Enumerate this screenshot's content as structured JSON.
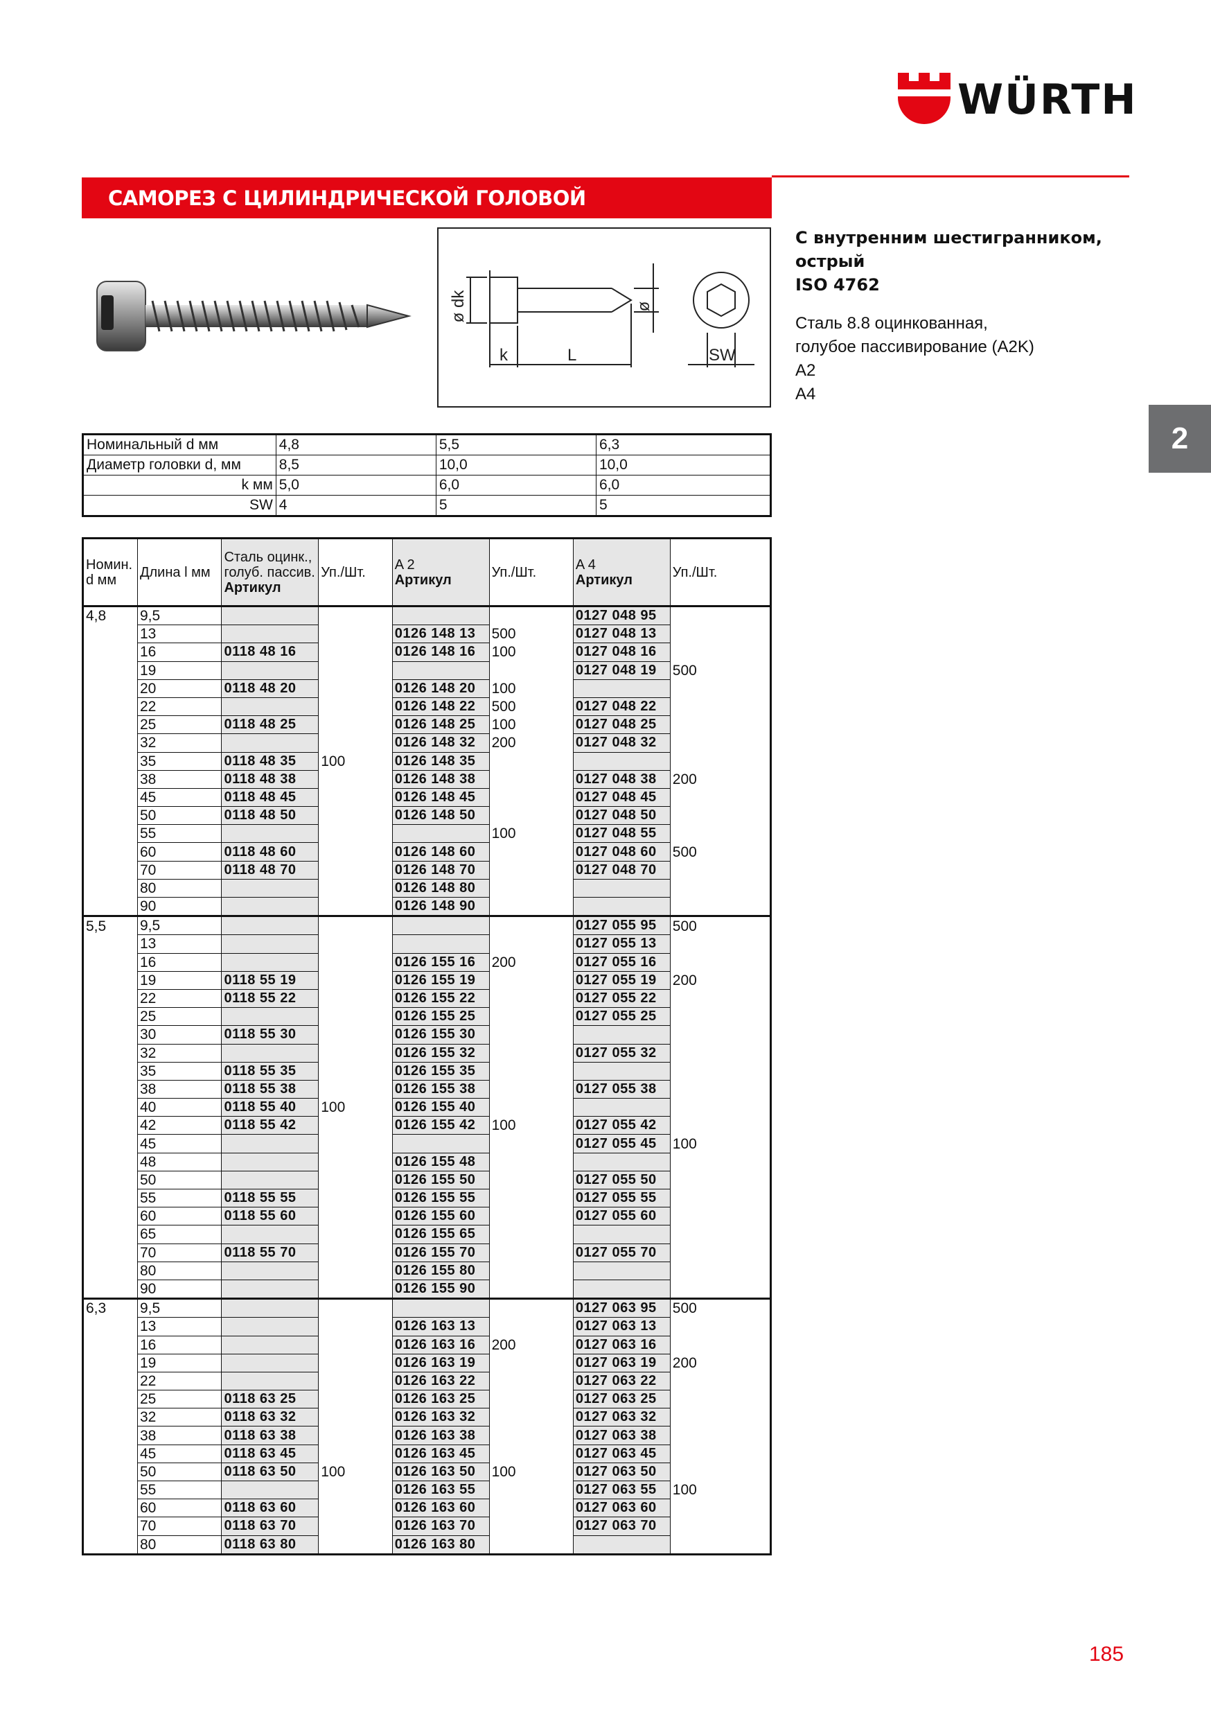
{
  "brand": {
    "name": "WÜRTH",
    "red": "#e30613",
    "grey": "#6d6e70"
  },
  "header": {
    "title": "САМОРЕЗ С ЦИЛИНДРИЧЕСКОЙ ГОЛОВОЙ"
  },
  "side_tab": "2",
  "description": {
    "title_lines": [
      "С внутренним шестигранником,",
      "острый",
      "ISO 4762"
    ],
    "material_lines": [
      "Сталь 8.8 оцинкованная,",
      "голубое пассивирование (A2K)",
      "A2",
      "A4"
    ]
  },
  "drawing_labels": {
    "dk": "ø dk",
    "d": "ø",
    "k": "k",
    "L": "L",
    "sw": "SW"
  },
  "dimensions_table": {
    "rows": [
      {
        "label": "Номинальный      d мм",
        "values": [
          "4,8",
          "5,5",
          "6,3"
        ]
      },
      {
        "label": "Диаметр головки  d, мм",
        "values": [
          "8,5",
          "10,0",
          "10,0"
        ]
      },
      {
        "label": "k мм",
        "values": [
          "5,0",
          "6,0",
          "6,0"
        ]
      },
      {
        "label": "SW",
        "values": [
          "4",
          "5",
          "5"
        ]
      }
    ]
  },
  "articles_table": {
    "headers": {
      "nominal": "Номин. d мм",
      "length": "Длина l мм",
      "steel": "Сталь оцинк., голуб. пассив.",
      "steel_art": "Артикул",
      "pack1": "Уп./Шт.",
      "a2": "A 2",
      "a2_art": "Артикул",
      "pack2": "Уп./Шт.",
      "a4": "A 4",
      "a4_art": "Артикул",
      "pack3": "Уп./Шт."
    },
    "rows": [
      [
        "4,8",
        "9,5",
        "",
        "",
        "",
        "",
        "0127 048 95",
        ""
      ],
      [
        "",
        "13",
        "",
        "",
        "0126 148 13",
        "500",
        "0127 048 13",
        ""
      ],
      [
        "",
        "16",
        "0118 48 16",
        "",
        "0126 148 16",
        "100",
        "0127 048 16",
        ""
      ],
      [
        "",
        "19",
        "",
        "",
        "",
        "",
        "0127 048 19",
        "500"
      ],
      [
        "",
        "20",
        "0118 48 20",
        "",
        "0126 148 20",
        "100",
        "",
        ""
      ],
      [
        "",
        "22",
        "",
        "",
        "0126 148 22",
        "500",
        "0127 048 22",
        ""
      ],
      [
        "",
        "25",
        "0118 48 25",
        "",
        "0126 148 25",
        "100",
        "0127 048 25",
        ""
      ],
      [
        "",
        "32",
        "",
        "",
        "0126 148 32",
        "200",
        "0127 048 32",
        ""
      ],
      [
        "",
        "35",
        "0118 48 35",
        "100",
        "0126 148 35",
        "",
        "",
        ""
      ],
      [
        "",
        "38",
        "0118 48 38",
        "",
        "0126 148 38",
        "",
        "0127 048 38",
        "200"
      ],
      [
        "",
        "45",
        "0118 48 45",
        "",
        "0126 148 45",
        "",
        "0127 048 45",
        ""
      ],
      [
        "",
        "50",
        "0118 48 50",
        "",
        "0126 148 50",
        "",
        "0127 048 50",
        ""
      ],
      [
        "",
        "55",
        "",
        "",
        "",
        "100",
        "0127 048 55",
        ""
      ],
      [
        "",
        "60",
        "0118 48 60",
        "",
        "0126 148 60",
        "",
        "0127 048 60",
        "500"
      ],
      [
        "",
        "70",
        "0118 48 70",
        "",
        "0126 148 70",
        "",
        "0127 048 70",
        ""
      ],
      [
        "",
        "80",
        "",
        "",
        "0126 148 80",
        "",
        "",
        ""
      ],
      [
        "",
        "90",
        "",
        "",
        "0126 148 90",
        "",
        "",
        ""
      ],
      [
        "5,5",
        "9,5",
        "",
        "",
        "",
        "",
        "0127 055 95",
        "500"
      ],
      [
        "",
        "13",
        "",
        "",
        "",
        "",
        "0127 055 13",
        ""
      ],
      [
        "",
        "16",
        "",
        "",
        "0126 155 16",
        "200",
        "0127 055 16",
        ""
      ],
      [
        "",
        "19",
        "0118 55 19",
        "",
        "0126 155 19",
        "",
        "0127 055 19",
        "200"
      ],
      [
        "",
        "22",
        "0118 55 22",
        "",
        "0126 155 22",
        "",
        "0127 055 22",
        ""
      ],
      [
        "",
        "25",
        "",
        "",
        "0126 155 25",
        "",
        "0127 055 25",
        ""
      ],
      [
        "",
        "30",
        "0118 55 30",
        "",
        "0126 155 30",
        "",
        "",
        ""
      ],
      [
        "",
        "32",
        "",
        "",
        "0126 155 32",
        "",
        "0127 055 32",
        ""
      ],
      [
        "",
        "35",
        "0118 55 35",
        "",
        "0126 155 35",
        "",
        "",
        ""
      ],
      [
        "",
        "38",
        "0118 55 38",
        "",
        "0126 155 38",
        "",
        "0127 055 38",
        ""
      ],
      [
        "",
        "40",
        "0118 55 40",
        "100",
        "0126 155 40",
        "",
        "",
        ""
      ],
      [
        "",
        "42",
        "0118 55 42",
        "",
        "0126 155 42",
        "100",
        "0127 055 42",
        ""
      ],
      [
        "",
        "45",
        "",
        "",
        "",
        "",
        "0127 055 45",
        "100"
      ],
      [
        "",
        "48",
        "",
        "",
        "0126 155 48",
        "",
        "",
        ""
      ],
      [
        "",
        "50",
        "",
        "",
        "0126 155 50",
        "",
        "0127 055 50",
        ""
      ],
      [
        "",
        "55",
        "0118 55 55",
        "",
        "0126 155 55",
        "",
        "0127 055 55",
        ""
      ],
      [
        "",
        "60",
        "0118 55 60",
        "",
        "0126 155 60",
        "",
        "0127 055 60",
        ""
      ],
      [
        "",
        "65",
        "",
        "",
        "0126 155 65",
        "",
        "",
        ""
      ],
      [
        "",
        "70",
        "0118 55 70",
        "",
        "0126 155 70",
        "",
        "0127 055 70",
        ""
      ],
      [
        "",
        "80",
        "",
        "",
        "0126 155 80",
        "",
        "",
        ""
      ],
      [
        "",
        "90",
        "",
        "",
        "0126 155 90",
        "",
        "",
        ""
      ],
      [
        "6,3",
        "9,5",
        "",
        "",
        "",
        "",
        "0127 063 95",
        "500"
      ],
      [
        "",
        "13",
        "",
        "",
        "0126 163 13",
        "",
        "0127 063 13",
        ""
      ],
      [
        "",
        "16",
        "",
        "",
        "0126 163 16",
        "200",
        "0127 063 16",
        ""
      ],
      [
        "",
        "19",
        "",
        "",
        "0126 163 19",
        "",
        "0127 063 19",
        "200"
      ],
      [
        "",
        "22",
        "",
        "",
        "0126 163 22",
        "",
        "0127 063 22",
        ""
      ],
      [
        "",
        "25",
        "0118 63 25",
        "",
        "0126 163 25",
        "",
        "0127 063 25",
        ""
      ],
      [
        "",
        "32",
        "0118 63 32",
        "",
        "0126 163 32",
        "",
        "0127 063 32",
        ""
      ],
      [
        "",
        "38",
        "0118 63 38",
        "",
        "0126 163 38",
        "",
        "0127 063 38",
        ""
      ],
      [
        "",
        "45",
        "0118 63 45",
        "",
        "0126 163 45",
        "",
        "0127 063 45",
        ""
      ],
      [
        "",
        "50",
        "0118 63 50",
        "100",
        "0126 163 50",
        "100",
        "0127 063 50",
        ""
      ],
      [
        "",
        "55",
        "",
        "",
        "0126 163 55",
        "",
        "0127 063 55",
        "100"
      ],
      [
        "",
        "60",
        "0118 63 60",
        "",
        "0126 163 60",
        "",
        "0127 063 60",
        ""
      ],
      [
        "",
        "70",
        "0118 63 70",
        "",
        "0126 163 70",
        "",
        "0127 063 70",
        ""
      ],
      [
        "",
        "80",
        "0118 63 80",
        "",
        "0126 163 80",
        "",
        "",
        ""
      ]
    ]
  },
  "page_number": "185"
}
